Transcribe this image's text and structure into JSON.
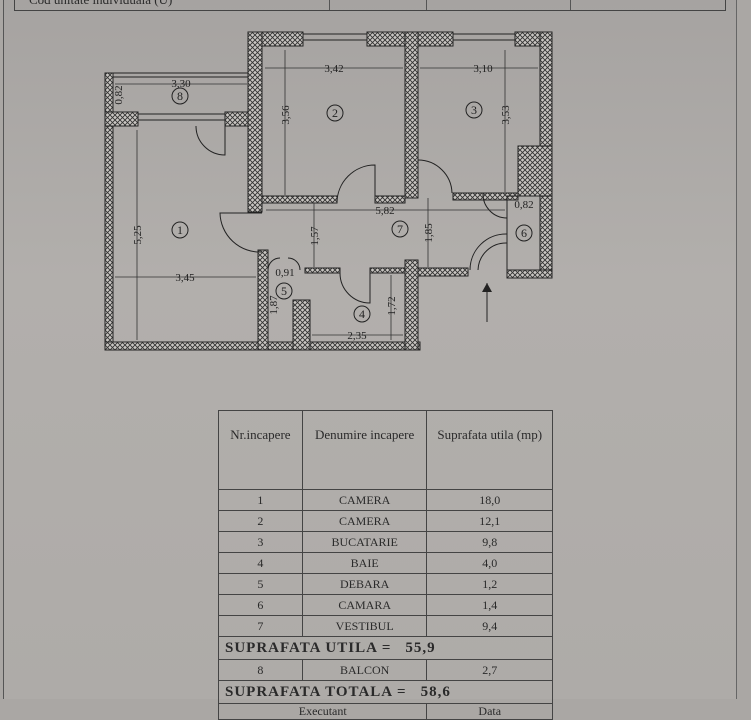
{
  "header": {
    "cell_label": "Cod unitate individuala (U)"
  },
  "plan": {
    "rooms": [
      "1",
      "2",
      "3",
      "4",
      "5",
      "6",
      "7",
      "8"
    ],
    "dimensions": {
      "balcony_length": "3,30",
      "balcony_width": "0,82",
      "room2_width": "3,42",
      "room2_depth": "3,56",
      "room3_width": "3,10",
      "room3_depth": "3,53",
      "hall_length": "5,82",
      "closet6_width": "0,82",
      "hall_depth": "1,57",
      "hall_depth2": "1,85",
      "room1_depth": "5,25",
      "room1_width": "3,45",
      "room5_width": "0,91",
      "room5_depth": "1,87",
      "room4_depth": "1,72",
      "room4_width": "2,35"
    },
    "entrance_icon": "arrow-up-icon"
  },
  "table": {
    "headers": [
      "Nr.incapere",
      "Denumire incapere",
      "Suprafata utila (mp)"
    ],
    "rows": [
      {
        "nr": "1",
        "name": "CAMERA",
        "area": "18,0"
      },
      {
        "nr": "2",
        "name": "CAMERA",
        "area": "12,1"
      },
      {
        "nr": "3",
        "name": "BUCATARIE",
        "area": "9,8"
      },
      {
        "nr": "4",
        "name": "BAIE",
        "area": "4,0"
      },
      {
        "nr": "5",
        "name": "DEBARA",
        "area": "1,2"
      },
      {
        "nr": "6",
        "name": "CAMARA",
        "area": "1,4"
      },
      {
        "nr": "7",
        "name": "VESTIBUL",
        "area": "9,4"
      }
    ],
    "utila_label": "SUPRAFATA UTILA =",
    "utila_value": "55,9",
    "balcony_row": {
      "nr": "8",
      "name": "BALCON",
      "area": "2,7"
    },
    "totala_label": "SUPRAFATA TOTALA =",
    "totala_value": "58,6",
    "footer": [
      "Executant",
      "Data"
    ]
  }
}
